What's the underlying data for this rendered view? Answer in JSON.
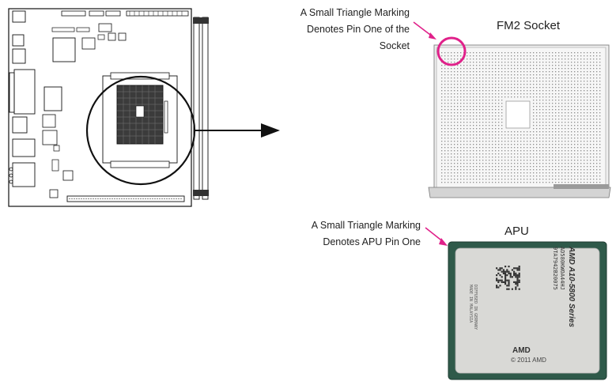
{
  "socket": {
    "title": "FM2 Socket",
    "note_lines": [
      "A Small Triangle Marking",
      "Denotes Pin One of the",
      "Socket"
    ]
  },
  "apu": {
    "title": "APU",
    "note_lines": [
      "A Small Triangle Marking",
      "Denotes APU Pin One"
    ],
    "chip_text": {
      "brand_line": "AMD A10-5800 Series",
      "model": "AD580KWOA44HJ",
      "serial": "9TA7942B20075",
      "origin_lines": [
        "DIFFUSED IN GERMANY",
        "MADE IN MALAYSIA"
      ],
      "logo": "AMD",
      "copyright": "© 2011 AMD"
    }
  },
  "colors": {
    "accent_magenta": "#e0218a",
    "line": "#111111",
    "socket_fill": "#ececec",
    "chip_substrate": "#2f5a4a",
    "chip_lid": "#d9d9d6"
  }
}
